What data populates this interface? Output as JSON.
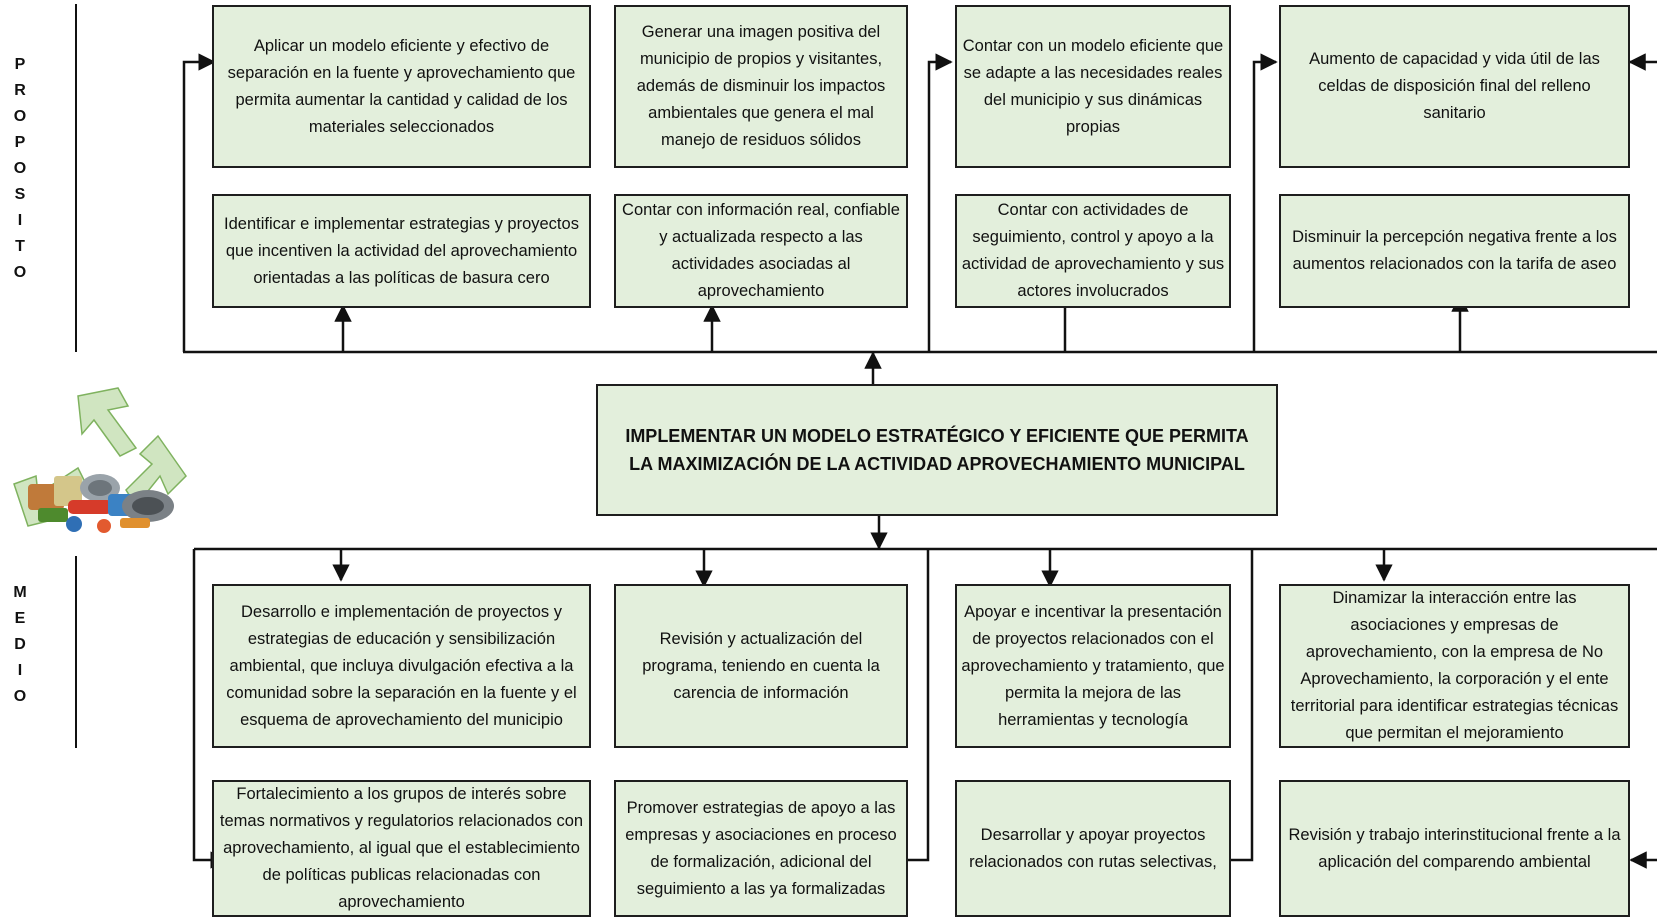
{
  "side_labels": {
    "proposito": [
      "P",
      "R",
      "O",
      "P",
      "O",
      "S",
      "I",
      "T",
      "O"
    ],
    "medio": [
      "M",
      "E",
      "D",
      "I",
      "O"
    ]
  },
  "central": {
    "line1": "IMPLEMENTAR UN MODELO ESTRATÉGICO Y EFICIENTE QUE PERMITA",
    "line2": "LA MAXIMIZACIÓN DE LA ACTIVIDAD APROVECHAMIENTO MUNICIPAL"
  },
  "proposito": {
    "row1": [
      "Aplicar un modelo eficiente y efectivo de separación en la fuente y aprovechamiento que permita aumentar la cantidad y calidad de los materiales seleccionados",
      "Generar una imagen positiva del municipio de propios y visitantes, además de disminuir los impactos ambientales que genera el mal manejo de residuos sólidos",
      "Contar con un modelo eficiente que se adapte a las necesidades reales del municipio y sus dinámicas propias",
      "Aumento de capacidad y vida útil de las celdas de disposición final del relleno sanitario"
    ],
    "row2": [
      "Identificar e implementar estrategias y proyectos que incentiven la actividad del aprovechamiento orientadas a las políticas de basura cero",
      "Contar con información real, confiable y actualizada respecto a las actividades asociadas al aprovechamiento",
      "Contar con actividades de seguimiento, control y apoyo a la actividad de aprovechamiento y sus actores involucrados",
      "Disminuir la percepción negativa frente a los aumentos relacionados con la tarifa de aseo"
    ]
  },
  "medio": {
    "row1": [
      "Desarrollo e implementación de proyectos y estrategias de educación y sensibilización ambiental, que incluya divulgación efectiva a la comunidad sobre la separación en la fuente y el esquema de aprovechamiento del municipio",
      "Revisión y actualización del programa, teniendo en cuenta la carencia de información",
      "Apoyar e incentivar la presentación de proyectos relacionados con el aprovechamiento y tratamiento, que permita la mejora de las herramientas y tecnología",
      "Dinamizar la interacción entre las asociaciones y empresas de aprovechamiento, con la empresa de No Aprovechamiento, la corporación y el ente territorial para identificar estrategias técnicas que permitan el mejoramiento"
    ],
    "row2": [
      "Fortalecimiento a los grupos de interés sobre temas normativos y regulatorios relacionados con aprovechamiento, al igual que el establecimiento de políticas publicas relacionadas con aprovechamiento",
      "Promover estrategias de apoyo a las empresas y asociaciones en proceso de formalización, adicional del seguimiento a las ya formalizadas",
      "Desarrollar y apoyar proyectos relacionados con rutas selectivas,",
      "Revisión y trabajo interinstitucional frente a la aplicación del comparendo ambiental"
    ]
  },
  "colors": {
    "box_fill": "#e3efdc",
    "line": "#111111",
    "logo_arrows": "#a9d08e"
  },
  "icons": {
    "logo": "recycling-logo-icon"
  }
}
